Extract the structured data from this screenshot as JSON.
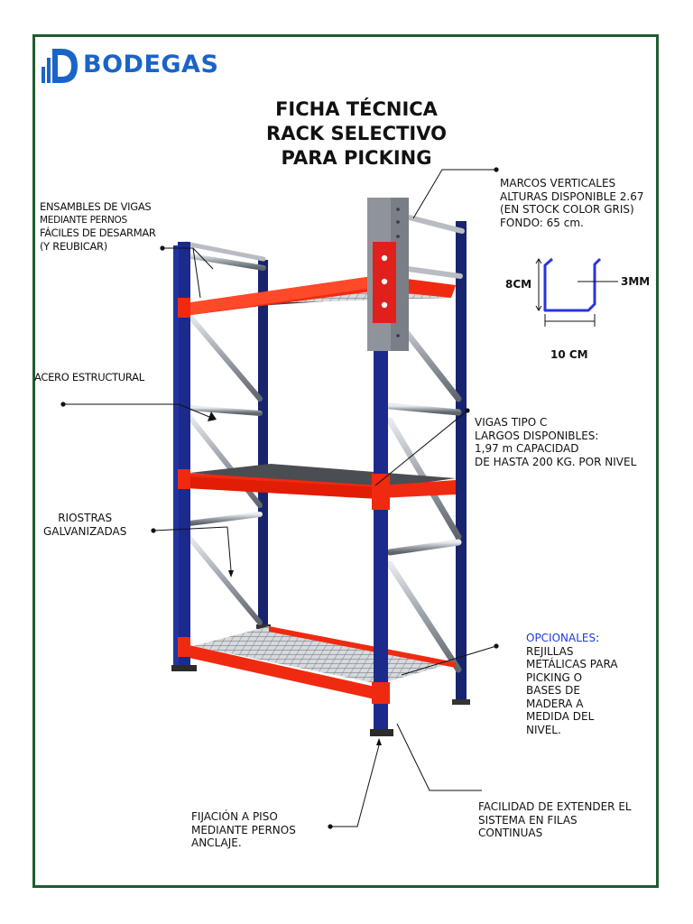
{
  "brand": {
    "name": "BODEGAS",
    "color": "#1a64c8"
  },
  "title_lines": [
    "FICHA TÉCNICA",
    "RACK SELECTIVO",
    "PARA PICKING"
  ],
  "notes": {
    "ensambles": [
      "ENSAMBLES DE VIGAS",
      "MEDIANTE PERNOS",
      "FÁCILES DE DESARMAR",
      "(Y REUBICAR)"
    ],
    "acero": [
      "ACERO ESTRUCTURAL"
    ],
    "riostras": [
      "RIOSTRAS",
      "GALVANIZADAS"
    ],
    "marcos": [
      "MARCOS VERTICALES",
      "ALTURAS DISPONIBLE 2.67",
      "(EN STOCK COLOR GRIS)",
      "FONDO: 65 cm."
    ],
    "vigas": [
      "VIGAS TIPO C",
      "LARGOS DISPONIBLES:",
      "1,97 m CAPACIDAD",
      "DE HASTA 200 KG. POR NIVEL"
    ],
    "opcionales_label": "OPCIONALES",
    "opcionales_colon": ":",
    "opcionales": [
      "REJILLAS",
      "METÁLICAS PARA",
      "PICKING O",
      "BASES DE",
      "MADERA A",
      "MEDIDA DEL",
      "NIVEL."
    ],
    "fijacion": [
      "FIJACIÓN A PISO",
      "MEDIANTE PERNOS",
      "ANCLAJE."
    ],
    "facilidad": [
      "FACILIDAD DE EXTENDER EL",
      "SISTEMA EN FILAS",
      "CONTINUAS"
    ]
  },
  "profile_dimensions": {
    "height": "8CM",
    "thickness": "3MM",
    "width": "10 CM"
  },
  "colors": {
    "frame_border": "#1f5c2e",
    "upright": "#1c2a8c",
    "beam": "#f02a10",
    "brace": "#a9aeb5",
    "profile": "#2a35d8",
    "accent_text": "#1a3cdc"
  }
}
